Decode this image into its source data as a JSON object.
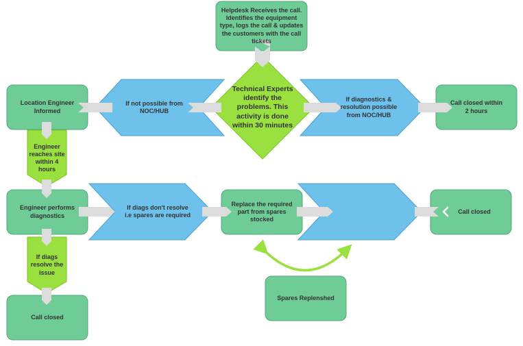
{
  "colors": {
    "box_fill": "#6fcc96",
    "box_stroke": "#4fa874",
    "arrow_fill": "#6ec1ea",
    "arrow_stroke": "#4a9fd0",
    "lime_fill": "#9ae03e",
    "lime_stroke": "#7cc22a",
    "connector": "#dcdcdc",
    "text": "#333333"
  },
  "nodes": {
    "helpdesk": "Helpdesk Receives the call. Identifies the equipment type, logs the call & updates the customers with the call tickets",
    "location_engineer": "Location Engineer Informed",
    "not_possible_noc": "If not possible from NOC/HUB",
    "technical_experts": "Technical Experts identify the problems. This activity is done within 30 minutes",
    "diag_possible_noc": "If diagnostics & resolution possible from NOC/HUB",
    "call_closed_2h": "Call closed within 2 hours",
    "engineer_reaches": "Engineer reaches site within 4 hours",
    "engineer_diagnostics": "Engineer performs diagnostics",
    "diags_dont_resolve": "If diags don't resolve i.e spares are required",
    "replace_part": "Replace the required part from spares stocked",
    "call_closed_right": "Call closed",
    "diags_resolve": "If diags resolve the issue",
    "call_closed_bottom": "Call closed",
    "spares_replenished": "Spares Replenshed"
  }
}
